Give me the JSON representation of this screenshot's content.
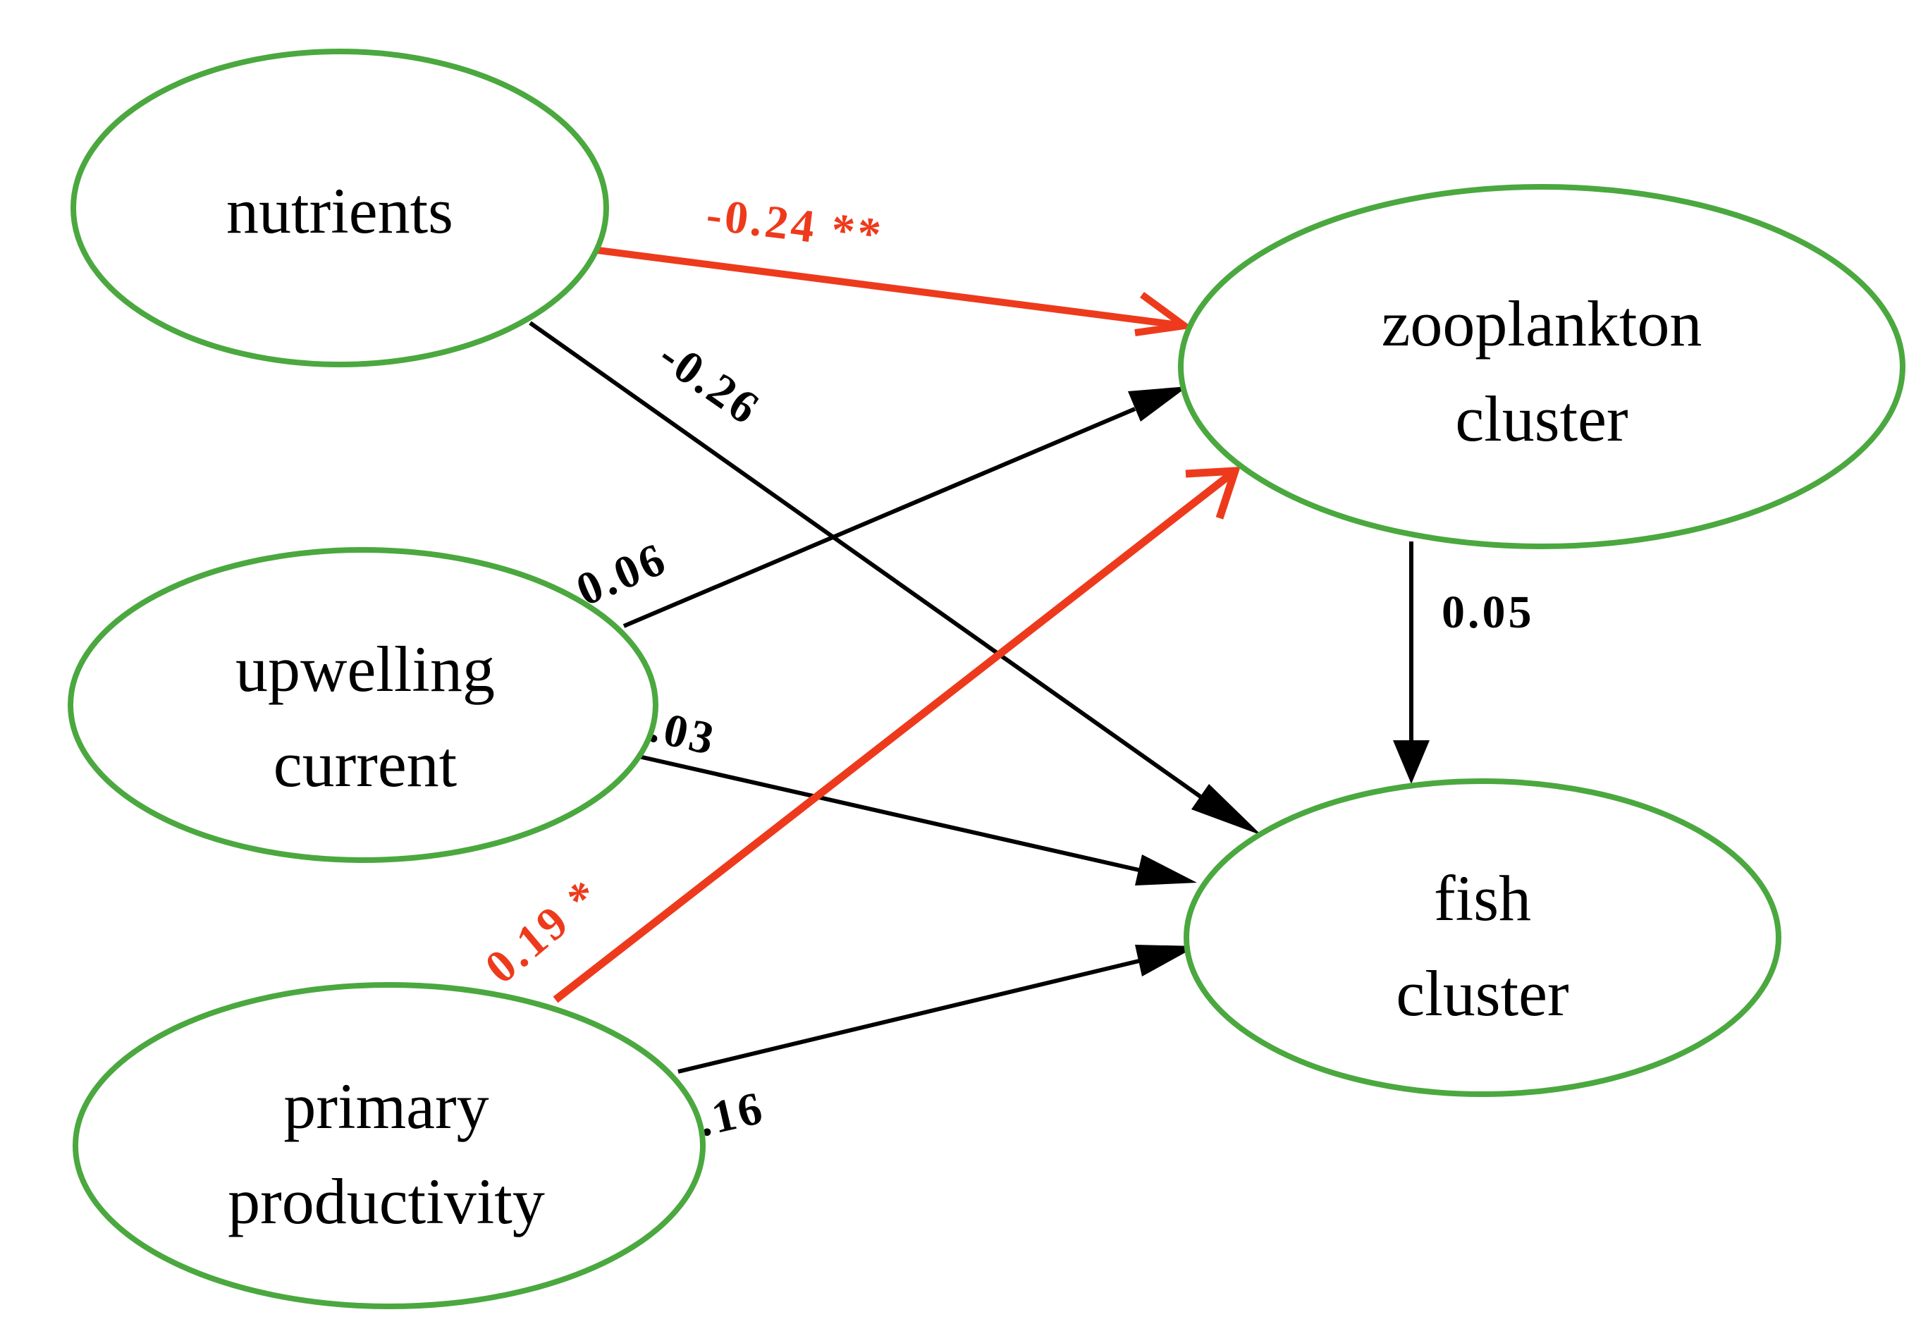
{
  "colors": {
    "node_stroke": "#4aa83f",
    "significant": "#ee3a1c",
    "normal": "#000000"
  },
  "nodes": {
    "nutrients": {
      "line1": "nutrients",
      "line2": ""
    },
    "upwelling": {
      "line1": "upwelling",
      "line2": "current"
    },
    "primary": {
      "line1": "primary",
      "line2": "productivity"
    },
    "zooplankton": {
      "line1": "zooplankton",
      "line2": "cluster"
    },
    "fish": {
      "line1": "fish",
      "line2": "cluster"
    }
  },
  "edges": [
    {
      "id": "nutrients-zooplankton",
      "from": "nutrients",
      "to": "zooplankton",
      "label": "-0.24 **",
      "significant": true
    },
    {
      "id": "nutrients-fish",
      "from": "nutrients",
      "to": "fish",
      "label": "-0.26",
      "significant": false
    },
    {
      "id": "upwelling-zooplankton",
      "from": "upwelling current",
      "to": "zooplankton",
      "label": "0.06",
      "significant": false
    },
    {
      "id": "upwelling-fish",
      "from": "upwelling current",
      "to": "fish",
      "label": ".03",
      "significant": false
    },
    {
      "id": "primary-zooplankton",
      "from": "primary productivity",
      "to": "zooplankton",
      "label": "0.19 *",
      "significant": true
    },
    {
      "id": "primary-fish",
      "from": "primary productivity",
      "to": "fish",
      "label": ".16",
      "significant": false
    },
    {
      "id": "zooplankton-fish",
      "from": "zooplankton",
      "to": "fish",
      "label": "0.05",
      "significant": false
    }
  ]
}
